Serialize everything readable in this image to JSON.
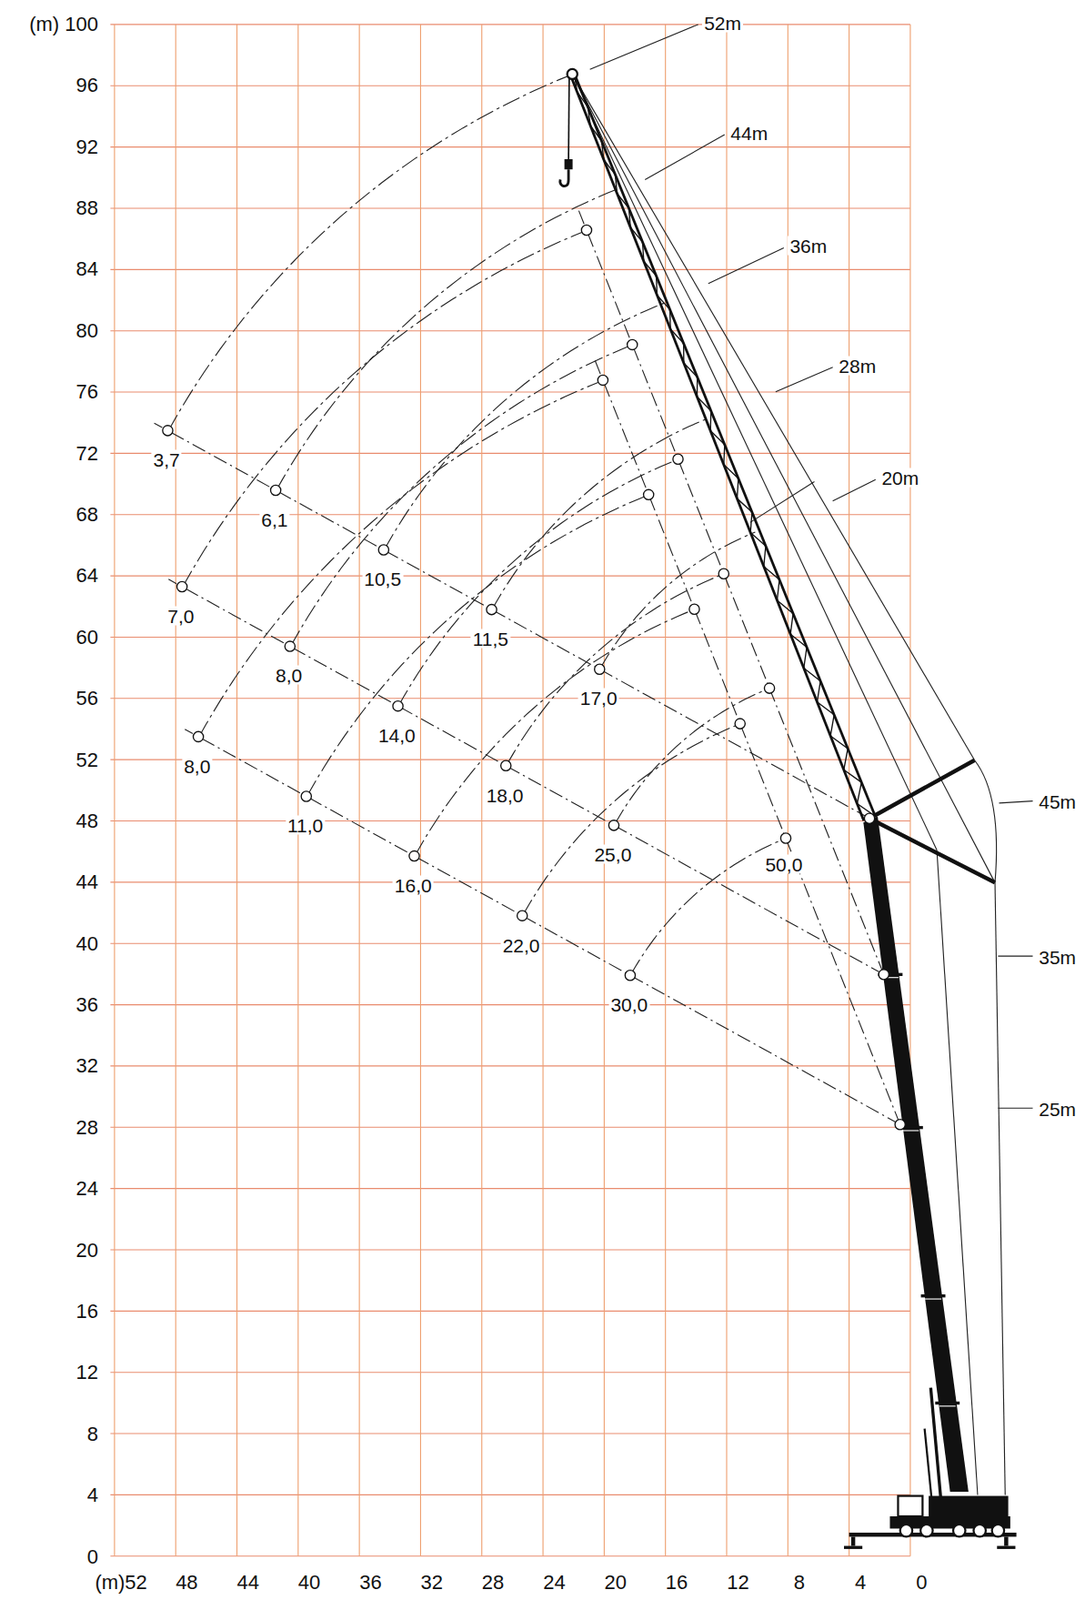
{
  "diagram": {
    "labels": [
      "(m) 100",
      "96",
      "92",
      "88",
      "84",
      "80",
      "76",
      "72",
      "68",
      "64",
      "60",
      "56",
      "52",
      "48",
      "44",
      "40",
      "36",
      "32",
      "28",
      "24",
      "20",
      "16",
      "12",
      "8",
      "4",
      "0",
      "(m)52",
      "48",
      "44",
      "40",
      "36",
      "32",
      "28",
      "24",
      "20",
      "16",
      "12",
      "8",
      "4",
      "0",
      "52m",
      "44m",
      "36m",
      "28m",
      "20m",
      "45m",
      "35m",
      "25m",
      "3,7",
      "6,1",
      "10,5",
      "11,5",
      "17,0",
      "7,0",
      "8,0",
      "14,0",
      "18,0",
      "25,0",
      "8,0",
      "11,0",
      "16,0",
      "22,0",
      "30,0",
      "50,0"
    ]
  }
}
